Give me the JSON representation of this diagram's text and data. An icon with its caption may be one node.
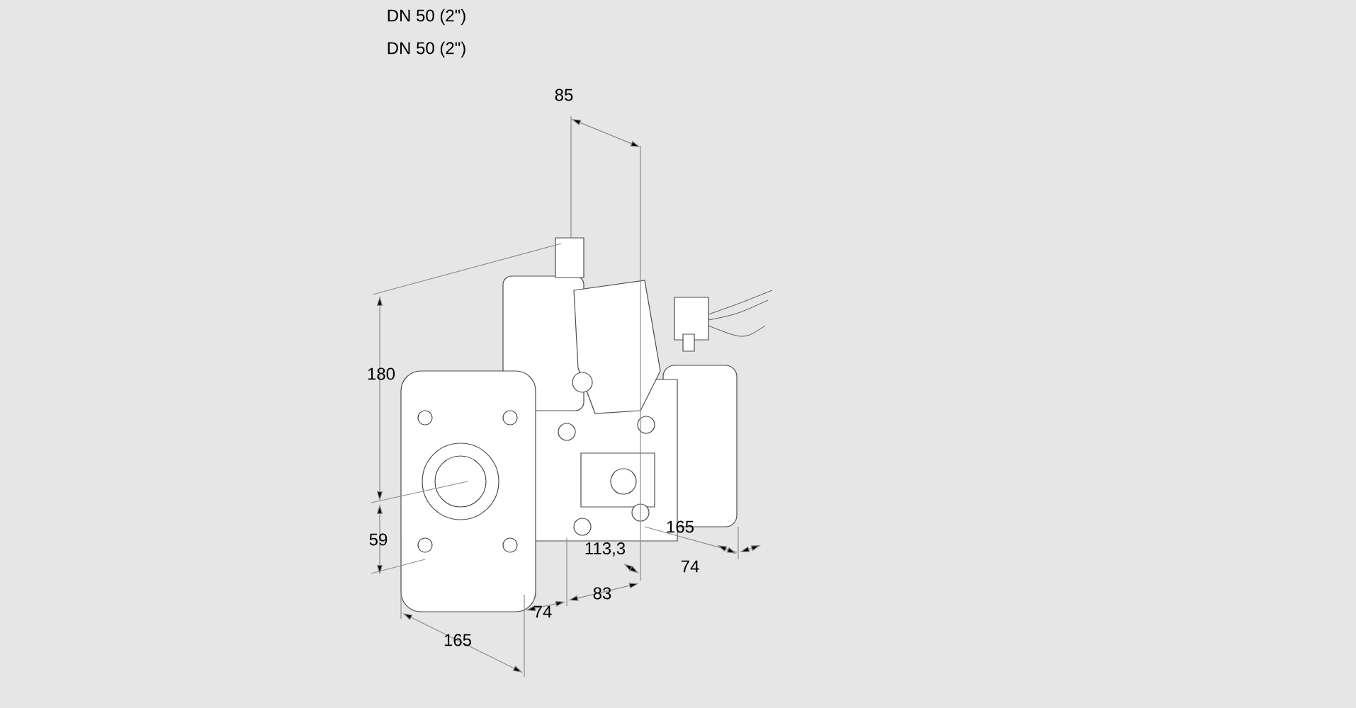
{
  "diagram": {
    "labels": [
      "DN 50 (2\")",
      "DN 50 (2\")",
      "85",
      "180",
      "59",
      "165",
      "74",
      "83",
      "113,3",
      "165",
      "74"
    ]
  }
}
